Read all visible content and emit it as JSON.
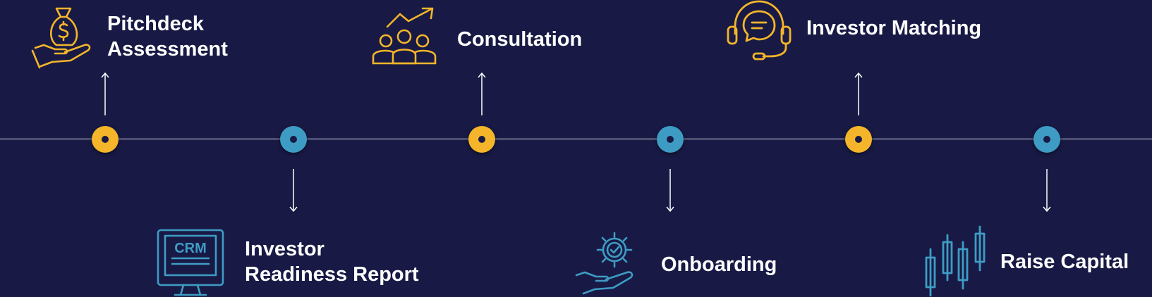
{
  "steps": [
    {
      "label_line1": "Pitchdeck",
      "label_line2": "Assessment",
      "icon": "money-bag-hand-icon",
      "color": "#f4b52a"
    },
    {
      "label_line1": "Investor",
      "label_line2": "Readiness Report",
      "icon": "crm-monitor-icon",
      "icon_text": "CRM",
      "color": "#3e9cc4"
    },
    {
      "label": "Consultation",
      "icon": "team-growth-icon",
      "color": "#f4b52a"
    },
    {
      "label": "Onboarding",
      "icon": "gear-hand-icon",
      "color": "#3e9cc4"
    },
    {
      "label": "Investor Matching",
      "icon": "headset-chat-icon",
      "color": "#f4b52a"
    },
    {
      "label": "Raise Capital",
      "icon": "candlestick-chart-icon",
      "color": "#3e9cc4"
    }
  ],
  "colors": {
    "background": "#181a45",
    "accent_yellow": "#f4b52a",
    "accent_blue": "#3e9cc4",
    "line": "#e6e8f0"
  }
}
